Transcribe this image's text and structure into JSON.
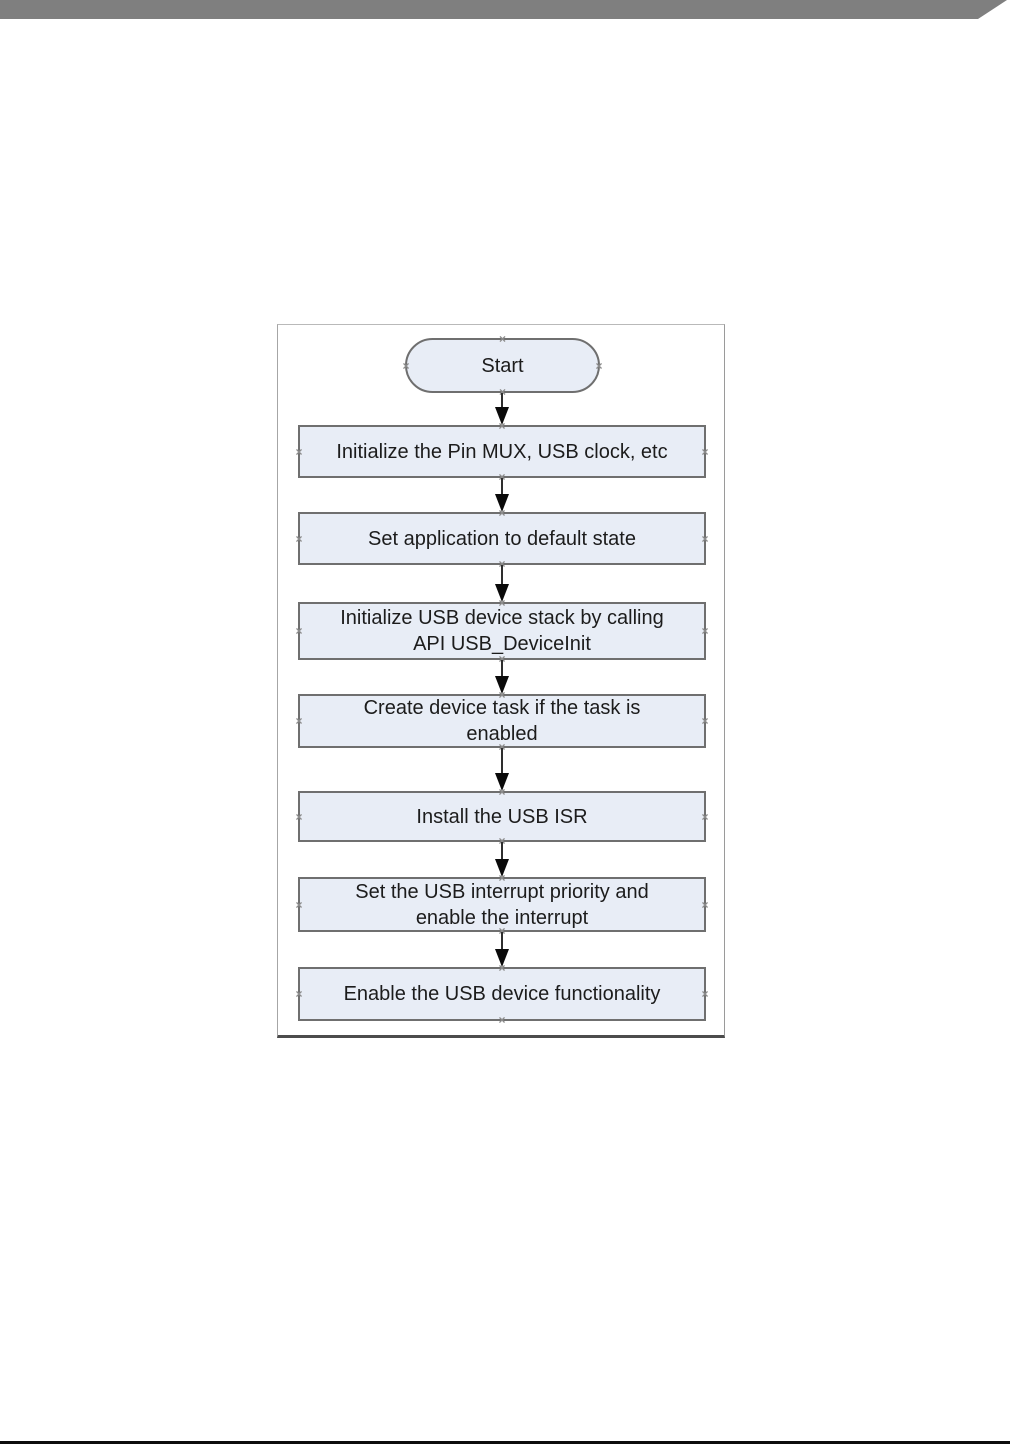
{
  "page": {
    "background": "#ffffff",
    "header_bar_color": "#7f7f7f",
    "footer_rule_color": "#0d0d0d"
  },
  "flowchart": {
    "handle_glyph": "×",
    "colors": {
      "node_fill": "#e8edf6",
      "node_border": "#6f6f6f",
      "node_text": "#1c1c1c",
      "connector": "#2e2e2e",
      "arrowhead": "#0a0a0a",
      "handle": "#8c8c8c",
      "frame_border": "#a6a6a6"
    },
    "nodes": [
      {
        "id": "start",
        "type": "terminator",
        "label": "Start"
      },
      {
        "id": "step1",
        "type": "process",
        "label": "Initialize the Pin MUX, USB clock, etc"
      },
      {
        "id": "step2",
        "type": "process",
        "label": "Set application to default state"
      },
      {
        "id": "step3",
        "type": "process",
        "label": "Initialize USB device stack by calling\nAPI USB_DeviceInit"
      },
      {
        "id": "step4",
        "type": "process",
        "label": "Create device task if the task is\nenabled"
      },
      {
        "id": "step5",
        "type": "process",
        "label": "Install the USB ISR"
      },
      {
        "id": "step6",
        "type": "process",
        "label": "Set the USB interrupt priority and\nenable the interrupt"
      },
      {
        "id": "step7",
        "type": "process",
        "label": "Enable the USB device functionality"
      }
    ],
    "edges": [
      {
        "from": "start",
        "to": "step1"
      },
      {
        "from": "step1",
        "to": "step2"
      },
      {
        "from": "step2",
        "to": "step3"
      },
      {
        "from": "step3",
        "to": "step4"
      },
      {
        "from": "step4",
        "to": "step5"
      },
      {
        "from": "step5",
        "to": "step6"
      },
      {
        "from": "step6",
        "to": "step7"
      }
    ]
  }
}
